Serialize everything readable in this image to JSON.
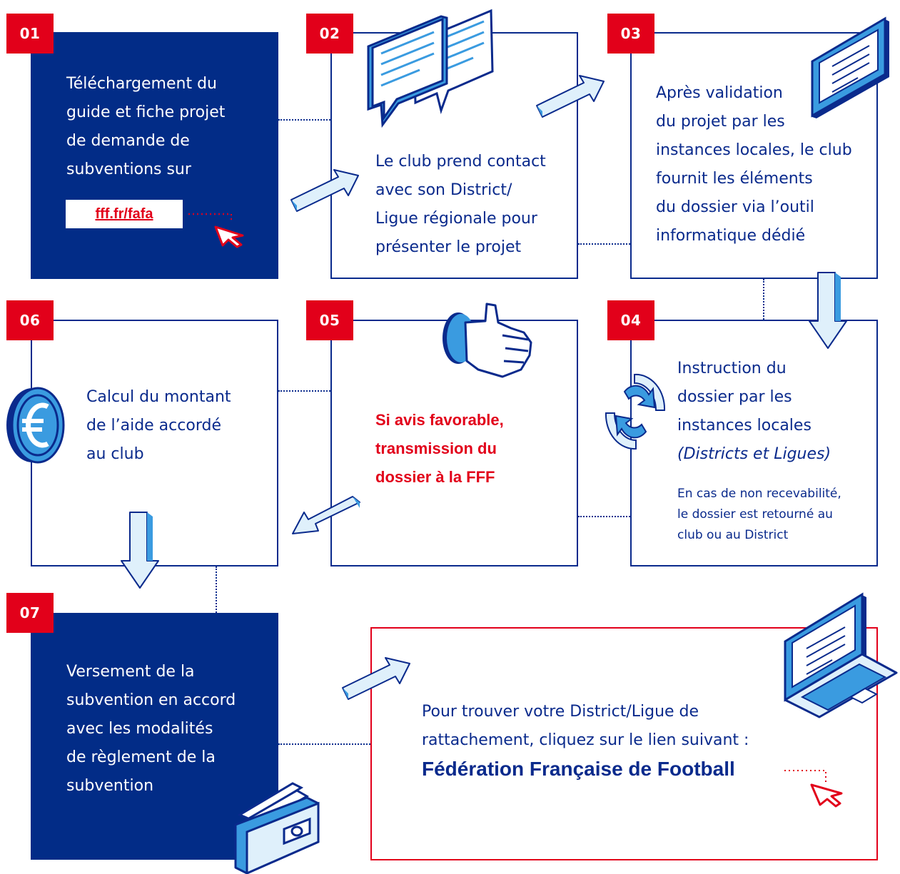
{
  "steps": [
    {
      "number": "01",
      "lines": [
        "Téléchargement du",
        "guide et fiche projet",
        "de demande de",
        "subventions sur"
      ],
      "link": "fff.fr/fafa"
    },
    {
      "number": "02",
      "lines": [
        "Le club prend contact",
        "avec son District/",
        "Ligue régionale pour",
        "présenter le projet"
      ]
    },
    {
      "number": "03",
      "lines": [
        "Après validation",
        "du projet par les",
        "instances locales, le club",
        "fournit les éléments",
        "du dossier via l’outil",
        "informatique dédié"
      ]
    },
    {
      "number": "04",
      "lines": [
        "Instruction du",
        "dossier par les",
        "instances locales"
      ],
      "italic": "(Districts et Ligues)",
      "note": [
        "En cas de non recevabilité,",
        "le dossier est retourné au",
        "club ou au District"
      ]
    },
    {
      "number": "05",
      "lines": [
        "Si avis favorable,",
        "transmission du",
        "dossier à la FFF"
      ]
    },
    {
      "number": "06",
      "lines": [
        "Calcul du montant",
        "de l’aide accordé",
        "au club"
      ]
    },
    {
      "number": "07",
      "lines": [
        "Versement de la",
        "subvention en accord",
        "avec les modalités",
        "de règlement de la",
        "subvention"
      ]
    }
  ],
  "info": {
    "lines": [
      "Pour trouver votre District/Ligue de",
      "rattachement, cliquez sur le lien suivant :"
    ],
    "link": "Fédération Française de Football"
  },
  "icons": [
    "chat-bubbles-icon",
    "tablet-icon",
    "thumbs-up-icon",
    "refresh-icon",
    "euro-coin-icon",
    "wallet-icon",
    "laptop-icon",
    "cursor-icon",
    "arrow-icon"
  ],
  "colors": {
    "navy": "#022c87",
    "red": "#e2001a",
    "light_blue": "#3a9be0"
  }
}
